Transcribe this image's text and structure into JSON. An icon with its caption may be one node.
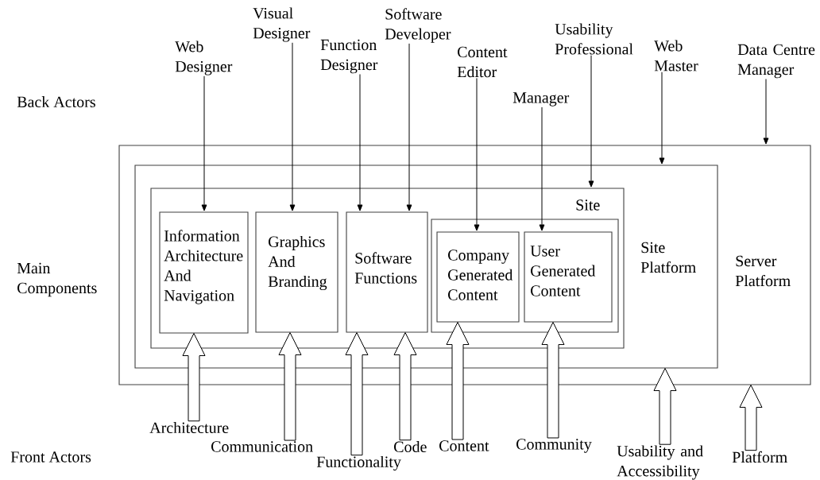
{
  "diagram": {
    "nodes": [
      {
        "text": [
          "Server Platform"
        ]
      },
      {
        "text": [
          "Site Platform"
        ],
        "in": 0
      },
      {
        "text": [
          "Site"
        ],
        "in": 1
      },
      {
        "text": [
          "Information Architecture And Navigation"
        ],
        "in": 2
      },
      {
        "text": [
          "Graphics And Branding"
        ],
        "in": 2
      },
      {
        "text": [
          "Software Functions"
        ],
        "in": 2
      },
      {
        "text": [],
        "shape": "box",
        "in": 2
      },
      {
        "text": [
          "Company Generated Content"
        ],
        "in": 6
      },
      {
        "text": [
          "User Generated Content"
        ],
        "in": 6
      },
      {
        "text": [
          "Web Designer"
        ]
      },
      {
        "text": [
          "Visual Designer"
        ]
      },
      {
        "text": [
          "Function Designer"
        ]
      },
      {
        "text": [
          "Software Developer"
        ]
      },
      {
        "text": [
          "Content Editor"
        ]
      },
      {
        "text": [
          "Manager"
        ]
      },
      {
        "text": [
          "Usability Professional"
        ]
      },
      {
        "text": [
          "Web Master"
        ]
      },
      {
        "text": [
          "Data Centre Manager"
        ]
      },
      {
        "text": [
          "Architecture"
        ]
      },
      {
        "text": [
          "Communication"
        ]
      },
      {
        "text": [
          "Functionality"
        ]
      },
      {
        "text": [
          "Code"
        ]
      },
      {
        "text": [
          "Content"
        ]
      },
      {
        "text": [
          "Community"
        ]
      },
      {
        "text": [
          "Usability and Accessibility"
        ]
      },
      {
        "text": [
          "Platform"
        ]
      }
    ],
    "edges": [
      {
        "from": 9,
        "to": 3,
        "arrow": "to"
      },
      {
        "from": 10,
        "to": 4,
        "arrow": "to"
      },
      {
        "from": 11,
        "to": 5,
        "arrow": "to"
      },
      {
        "from": 12,
        "to": 5,
        "arrow": "to"
      },
      {
        "from": 13,
        "to": 7,
        "arrow": "to"
      },
      {
        "from": 14,
        "to": 8,
        "arrow": "to"
      },
      {
        "from": 15,
        "to": 2,
        "arrow": "to"
      },
      {
        "from": 16,
        "to": 1,
        "arrow": "to"
      },
      {
        "from": 17,
        "to": 0,
        "arrow": "to"
      },
      {
        "from": 18,
        "to": 3,
        "arrow": "to",
        "style": "thick"
      },
      {
        "from": 19,
        "to": 4,
        "arrow": "to",
        "style": "thick"
      },
      {
        "from": 20,
        "to": 5,
        "arrow": "to",
        "style": "thick"
      },
      {
        "from": 21,
        "to": 5,
        "arrow": "to",
        "style": "thick"
      },
      {
        "from": 22,
        "to": 7,
        "arrow": "to",
        "style": "thick"
      },
      {
        "from": 23,
        "to": 8,
        "arrow": "to",
        "style": "thick"
      },
      {
        "from": 24,
        "to": 1,
        "arrow": "to",
        "style": "thick"
      },
      {
        "from": 25,
        "to": 0,
        "arrow": "to",
        "style": "thick"
      }
    ],
    "labels": [
      "Back Actors",
      "Main Components",
      "Front Actors"
    ]
  }
}
